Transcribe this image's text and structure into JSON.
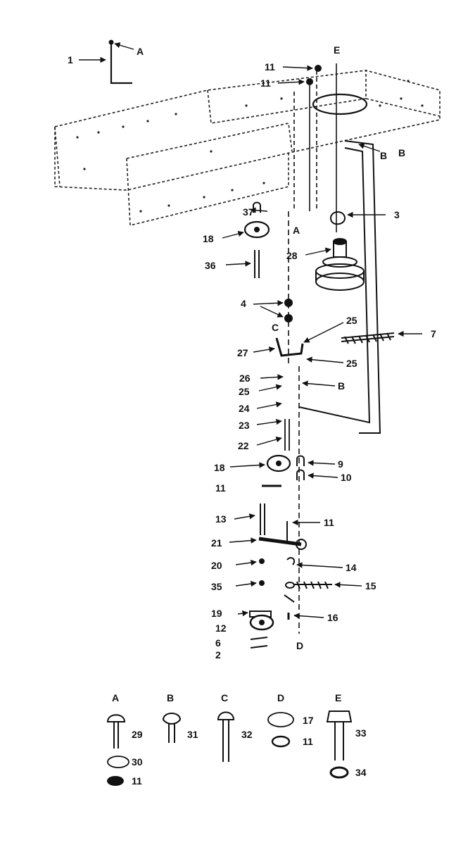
{
  "diagram": {
    "callouts": [
      {
        "id": "c1",
        "text": "1"
      },
      {
        "id": "cA1",
        "text": "A"
      },
      {
        "id": "c11a",
        "text": "11"
      },
      {
        "id": "cE",
        "text": "E"
      },
      {
        "id": "c11b",
        "text": "11"
      },
      {
        "id": "cB1",
        "text": "B"
      },
      {
        "id": "cB2",
        "text": "B"
      },
      {
        "id": "c37",
        "text": "37"
      },
      {
        "id": "c3",
        "text": "3"
      },
      {
        "id": "c18a",
        "text": "18"
      },
      {
        "id": "cA2",
        "text": "A"
      },
      {
        "id": "c28",
        "text": "28"
      },
      {
        "id": "c36",
        "text": "36"
      },
      {
        "id": "c4",
        "text": "4"
      },
      {
        "id": "c25a",
        "text": "25"
      },
      {
        "id": "cC",
        "text": "C"
      },
      {
        "id": "c7",
        "text": "7"
      },
      {
        "id": "c27",
        "text": "27"
      },
      {
        "id": "c25b",
        "text": "25"
      },
      {
        "id": "c26",
        "text": "26"
      },
      {
        "id": "c25c",
        "text": "25"
      },
      {
        "id": "cB3",
        "text": "B"
      },
      {
        "id": "c24",
        "text": "24"
      },
      {
        "id": "c23",
        "text": "23"
      },
      {
        "id": "c22",
        "text": "22"
      },
      {
        "id": "c9",
        "text": "9"
      },
      {
        "id": "c18b",
        "text": "18"
      },
      {
        "id": "c10",
        "text": "10"
      },
      {
        "id": "c11c",
        "text": "11"
      },
      {
        "id": "c13",
        "text": "13"
      },
      {
        "id": "c11d",
        "text": "11"
      },
      {
        "id": "c21",
        "text": "21"
      },
      {
        "id": "c20",
        "text": "20"
      },
      {
        "id": "c14",
        "text": "14"
      },
      {
        "id": "c35",
        "text": "35"
      },
      {
        "id": "c15",
        "text": "15"
      },
      {
        "id": "c19",
        "text": "19"
      },
      {
        "id": "c16",
        "text": "16"
      },
      {
        "id": "c12",
        "text": "12"
      },
      {
        "id": "c6",
        "text": "6"
      },
      {
        "id": "c2",
        "text": "2"
      },
      {
        "id": "cD",
        "text": "D"
      }
    ],
    "hardware_key": [
      {
        "letter": "A",
        "items": [
          "29",
          "30",
          "11"
        ]
      },
      {
        "letter": "B",
        "items": [
          "31"
        ]
      },
      {
        "letter": "C",
        "items": [
          "32"
        ]
      },
      {
        "letter": "D",
        "items": [
          "17",
          "11"
        ]
      },
      {
        "letter": "E",
        "items": [
          "33",
          "34"
        ]
      }
    ]
  }
}
